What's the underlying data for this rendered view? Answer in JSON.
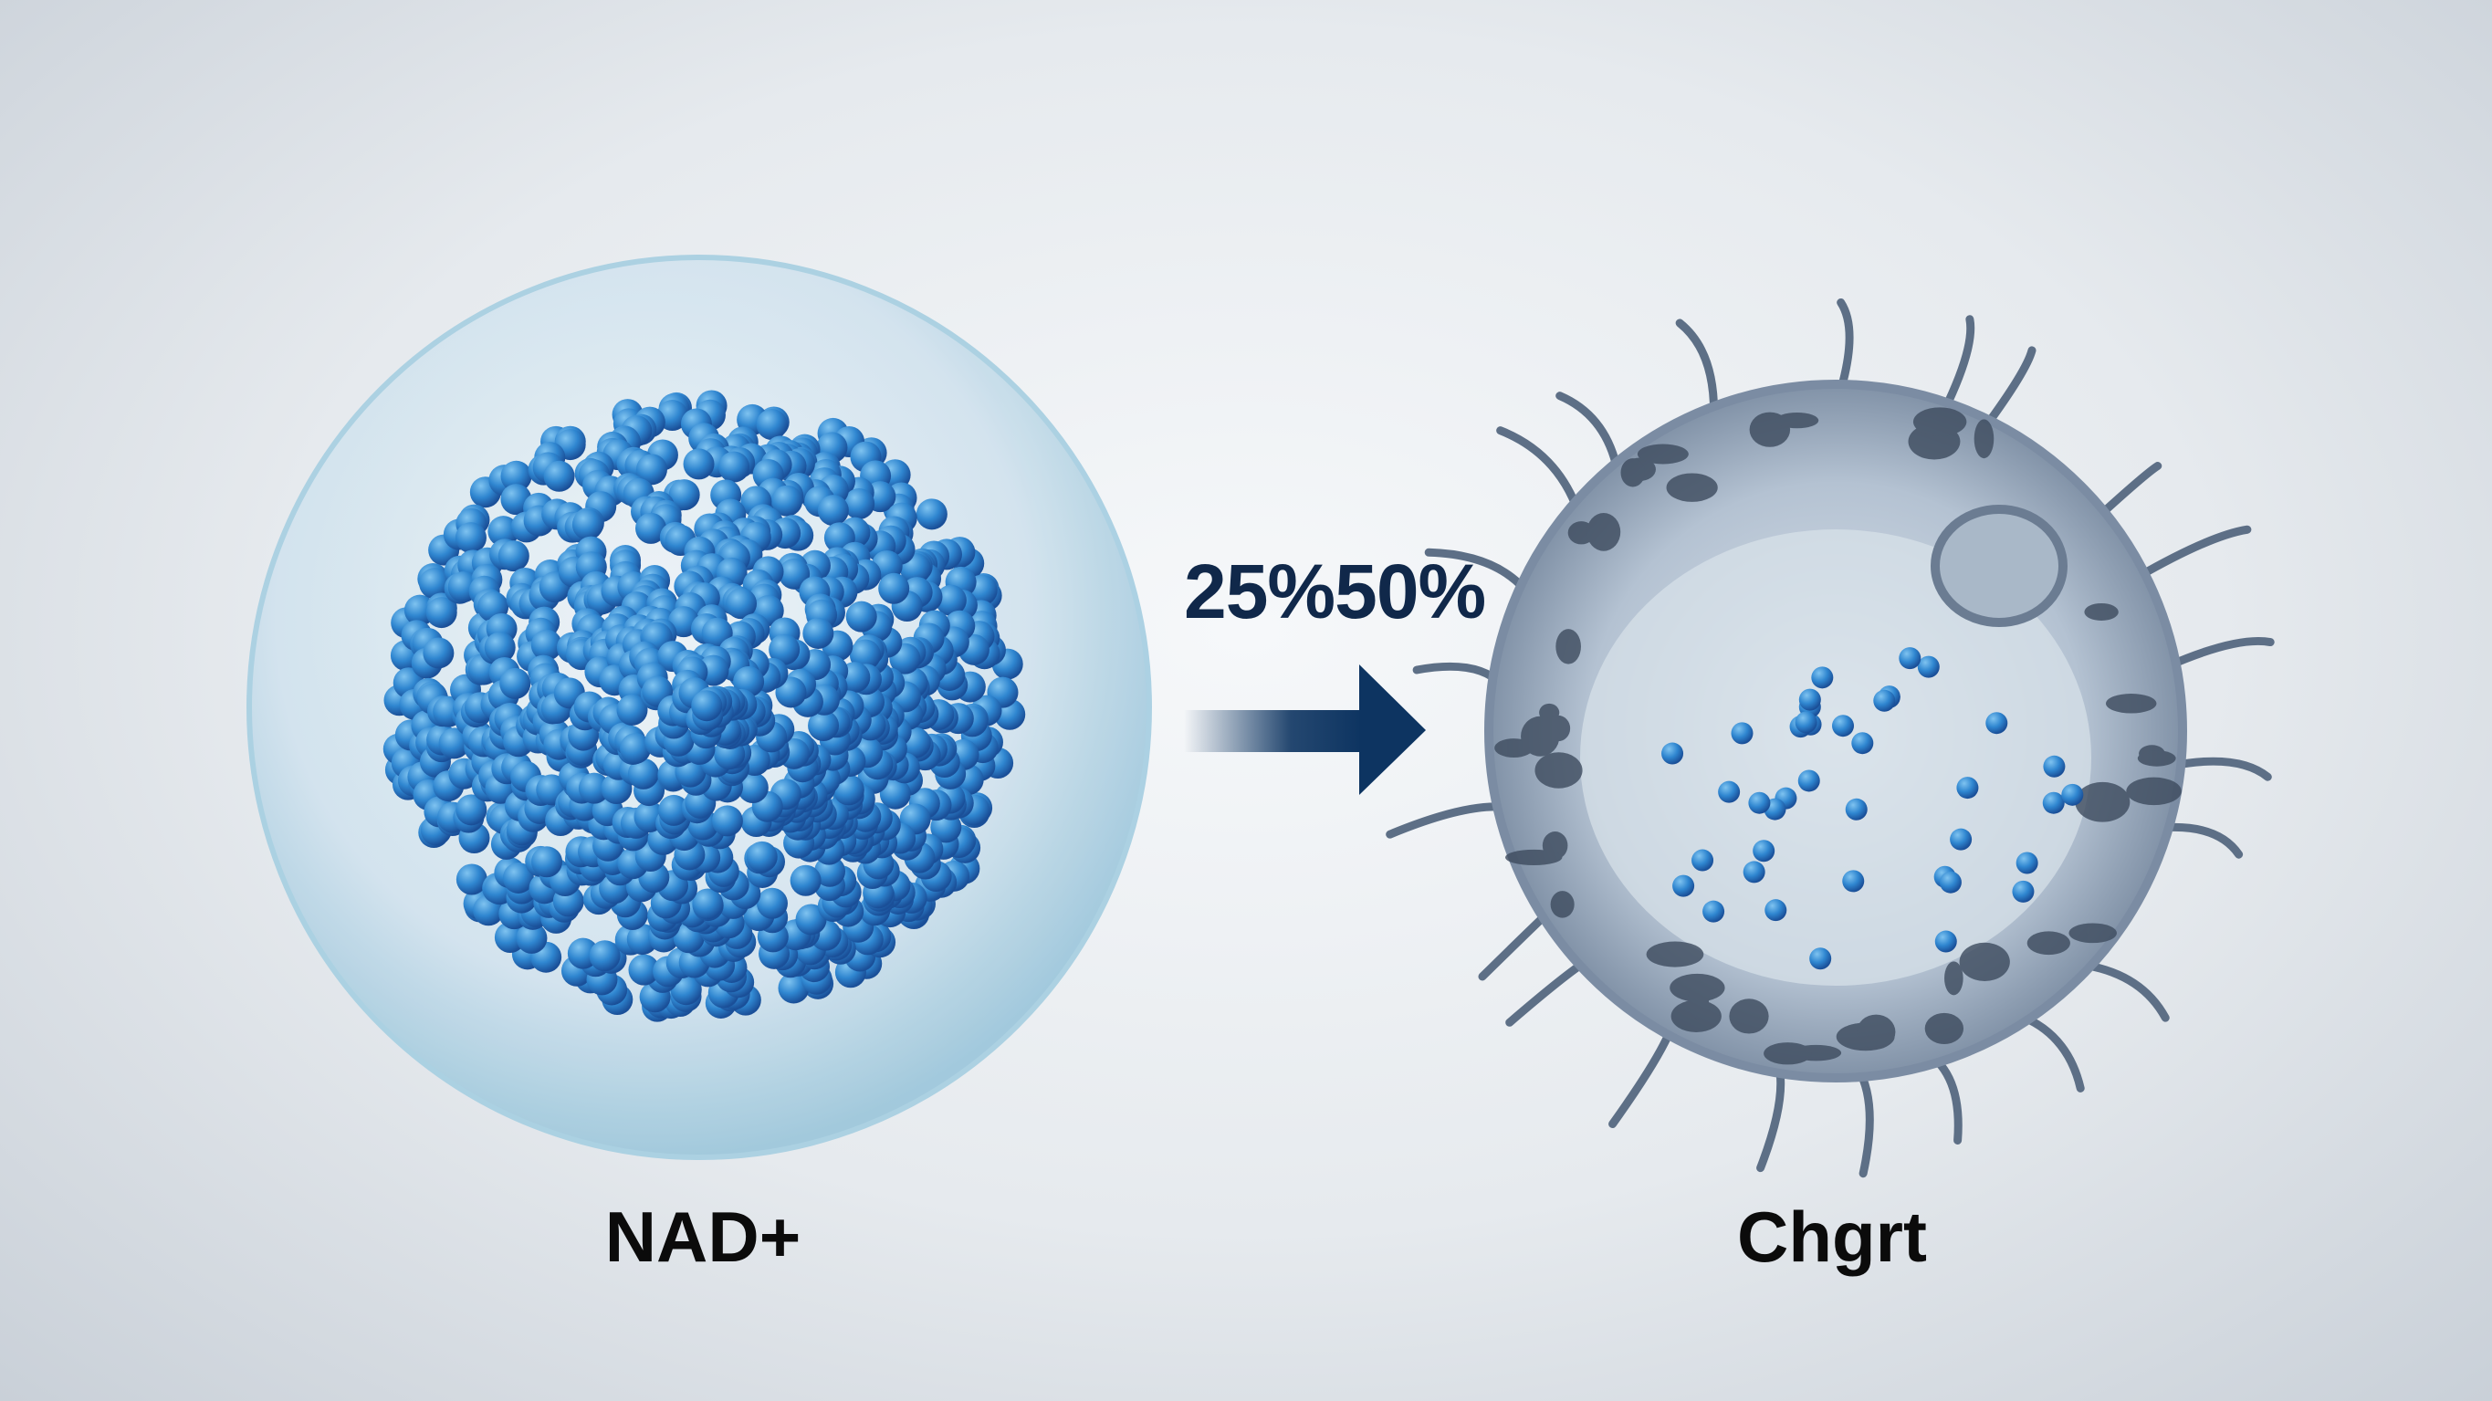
{
  "ratio_label": "25%50%",
  "left_cell_label": "NAD+",
  "right_cell_label": "Chgrt",
  "colors": {
    "arrow": "#0d3461",
    "molecule": "#2f86d0",
    "text": "#0b0b0b",
    "ratio_text": "#10284a"
  },
  "icons": {
    "arrow": "arrow-right-icon"
  }
}
